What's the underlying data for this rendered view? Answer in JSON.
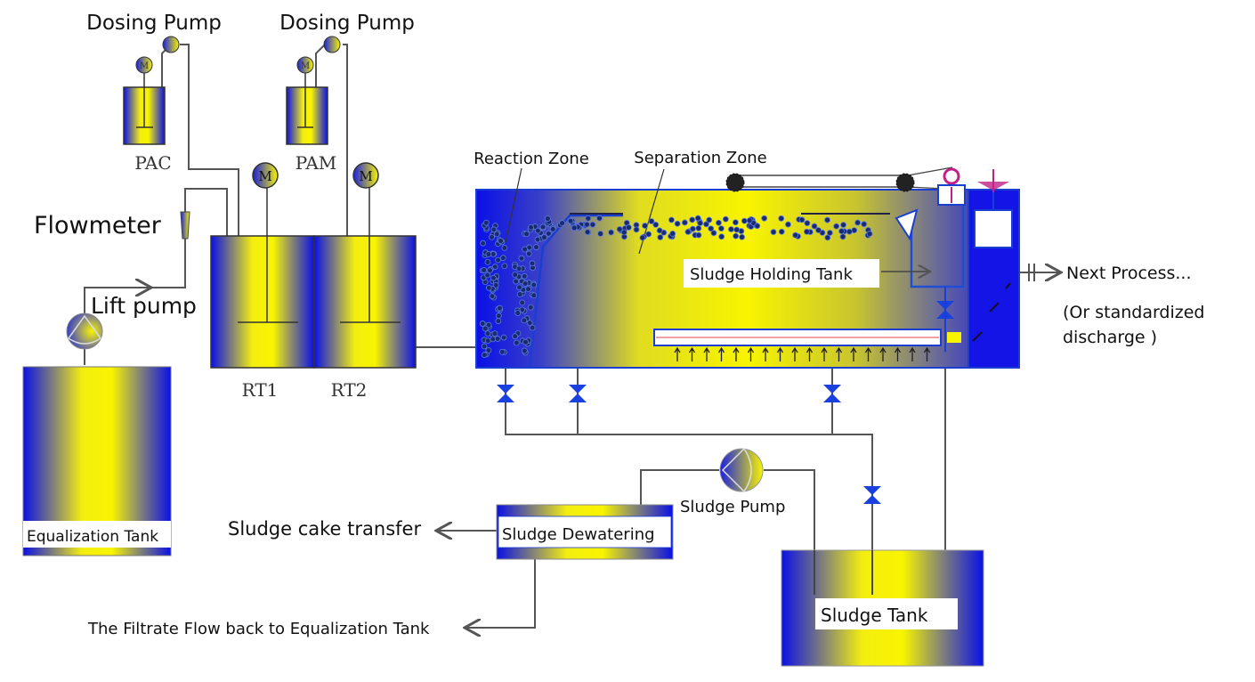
{
  "title": "Wastewater Treatment Process Flow",
  "labels": {
    "dosing_pump_1": "Dosing Pump",
    "dosing_pump_2": "Dosing Pump",
    "pac": "PAC",
    "pam": "PAM",
    "flowmeter": "Flowmeter",
    "lift_pump": "Lift pump",
    "equalization_tank": "Equalization Tank",
    "rt1": "RT1",
    "rt2": "RT2",
    "reaction_zone": "Reaction Zone",
    "separation_zone": "Separation Zone",
    "sludge_holding_tank": "Sludge Holding Tank",
    "next_process": "Next Process...",
    "standardized_1": "(Or standardized",
    "standardized_2": " discharge )",
    "sludge_pump": "Sludge Pump",
    "sludge_dewatering": "Sludge Dewatering",
    "sludge_cake_transfer": "Sludge cake transfer",
    "filtrate_flow": "The Filtrate Flow back to Equalization Tank",
    "sludge_tank": "Sludge Tank",
    "motor": "M"
  },
  "colors": {
    "blue": "#1010e0",
    "yellow": "#f8f400",
    "pipe": "#555555",
    "valve": "#1040e0",
    "accent_magenta": "#c0208a"
  },
  "icons": [
    "motor-icon",
    "pump-icon",
    "valve-icon",
    "flowmeter-icon",
    "scraper-gear-icon",
    "arrow-icon"
  ]
}
